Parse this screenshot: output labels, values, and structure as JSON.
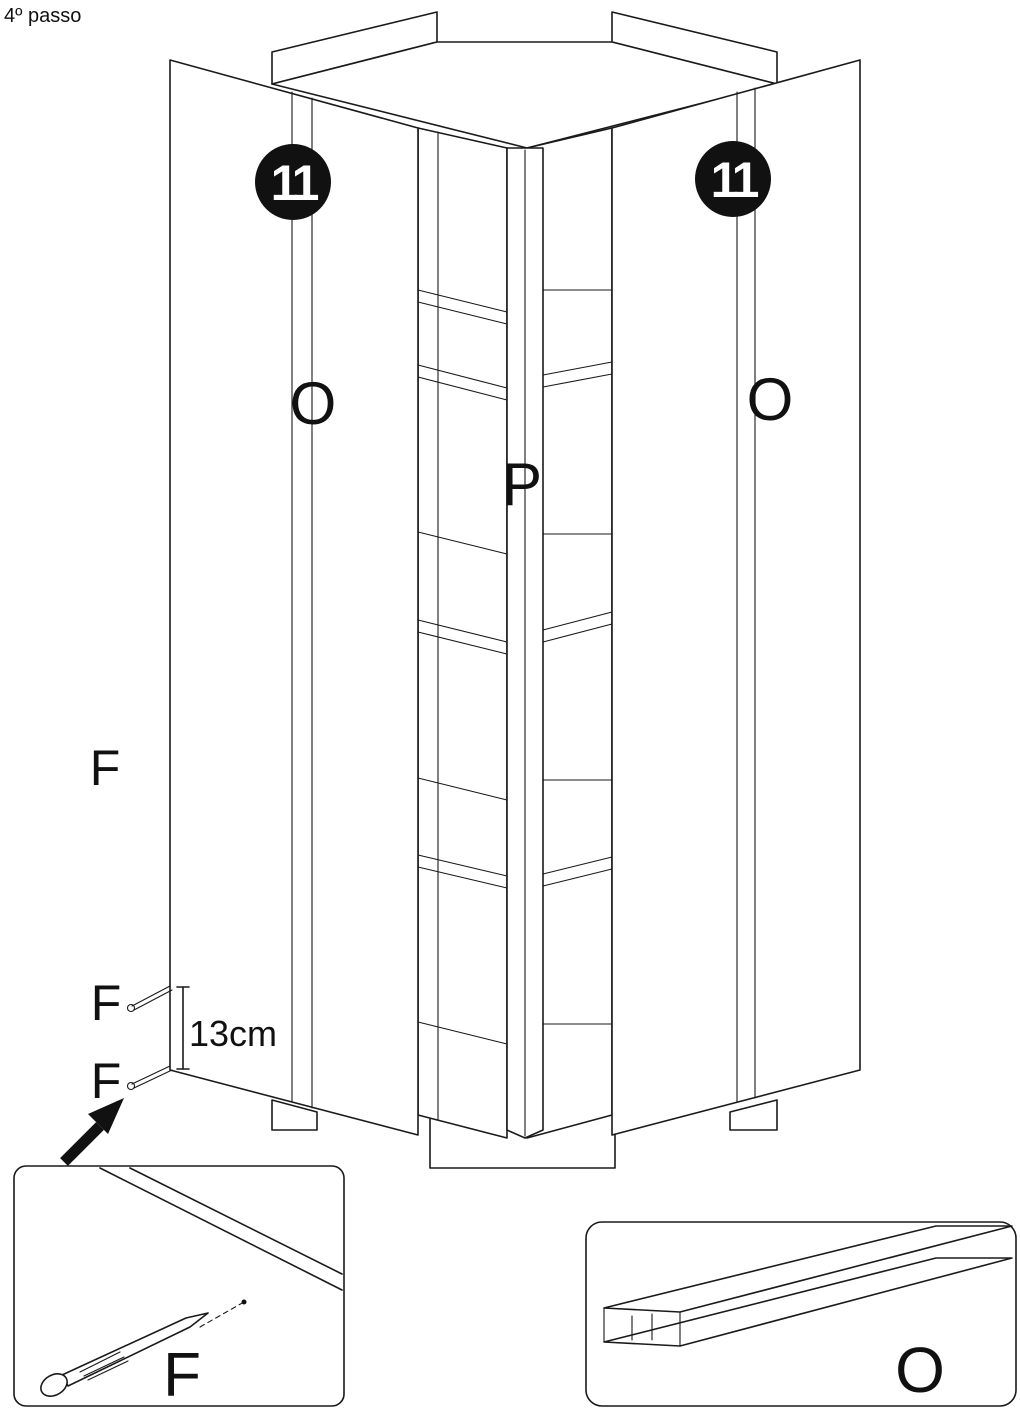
{
  "step_title": "4º passo",
  "badges": {
    "left": "11",
    "right": "11"
  },
  "part_labels": {
    "left_door": "O",
    "right_door": "O",
    "center_post": "P",
    "side_nail": "F",
    "nail_upper": "F",
    "nail_lower": "F",
    "detail_nail": "F",
    "detail_profile": "O"
  },
  "dimension": {
    "text": "13cm"
  },
  "colors": {
    "line": "#1a1a1a",
    "badge_fill": "#111111",
    "badge_text": "#ffffff",
    "background": "#ffffff"
  },
  "icons": {
    "badge_shape": "filled-circle",
    "pointer": "arrow-up-right-icon",
    "nail": "nail-icon",
    "profile": "h-profile-icon"
  }
}
